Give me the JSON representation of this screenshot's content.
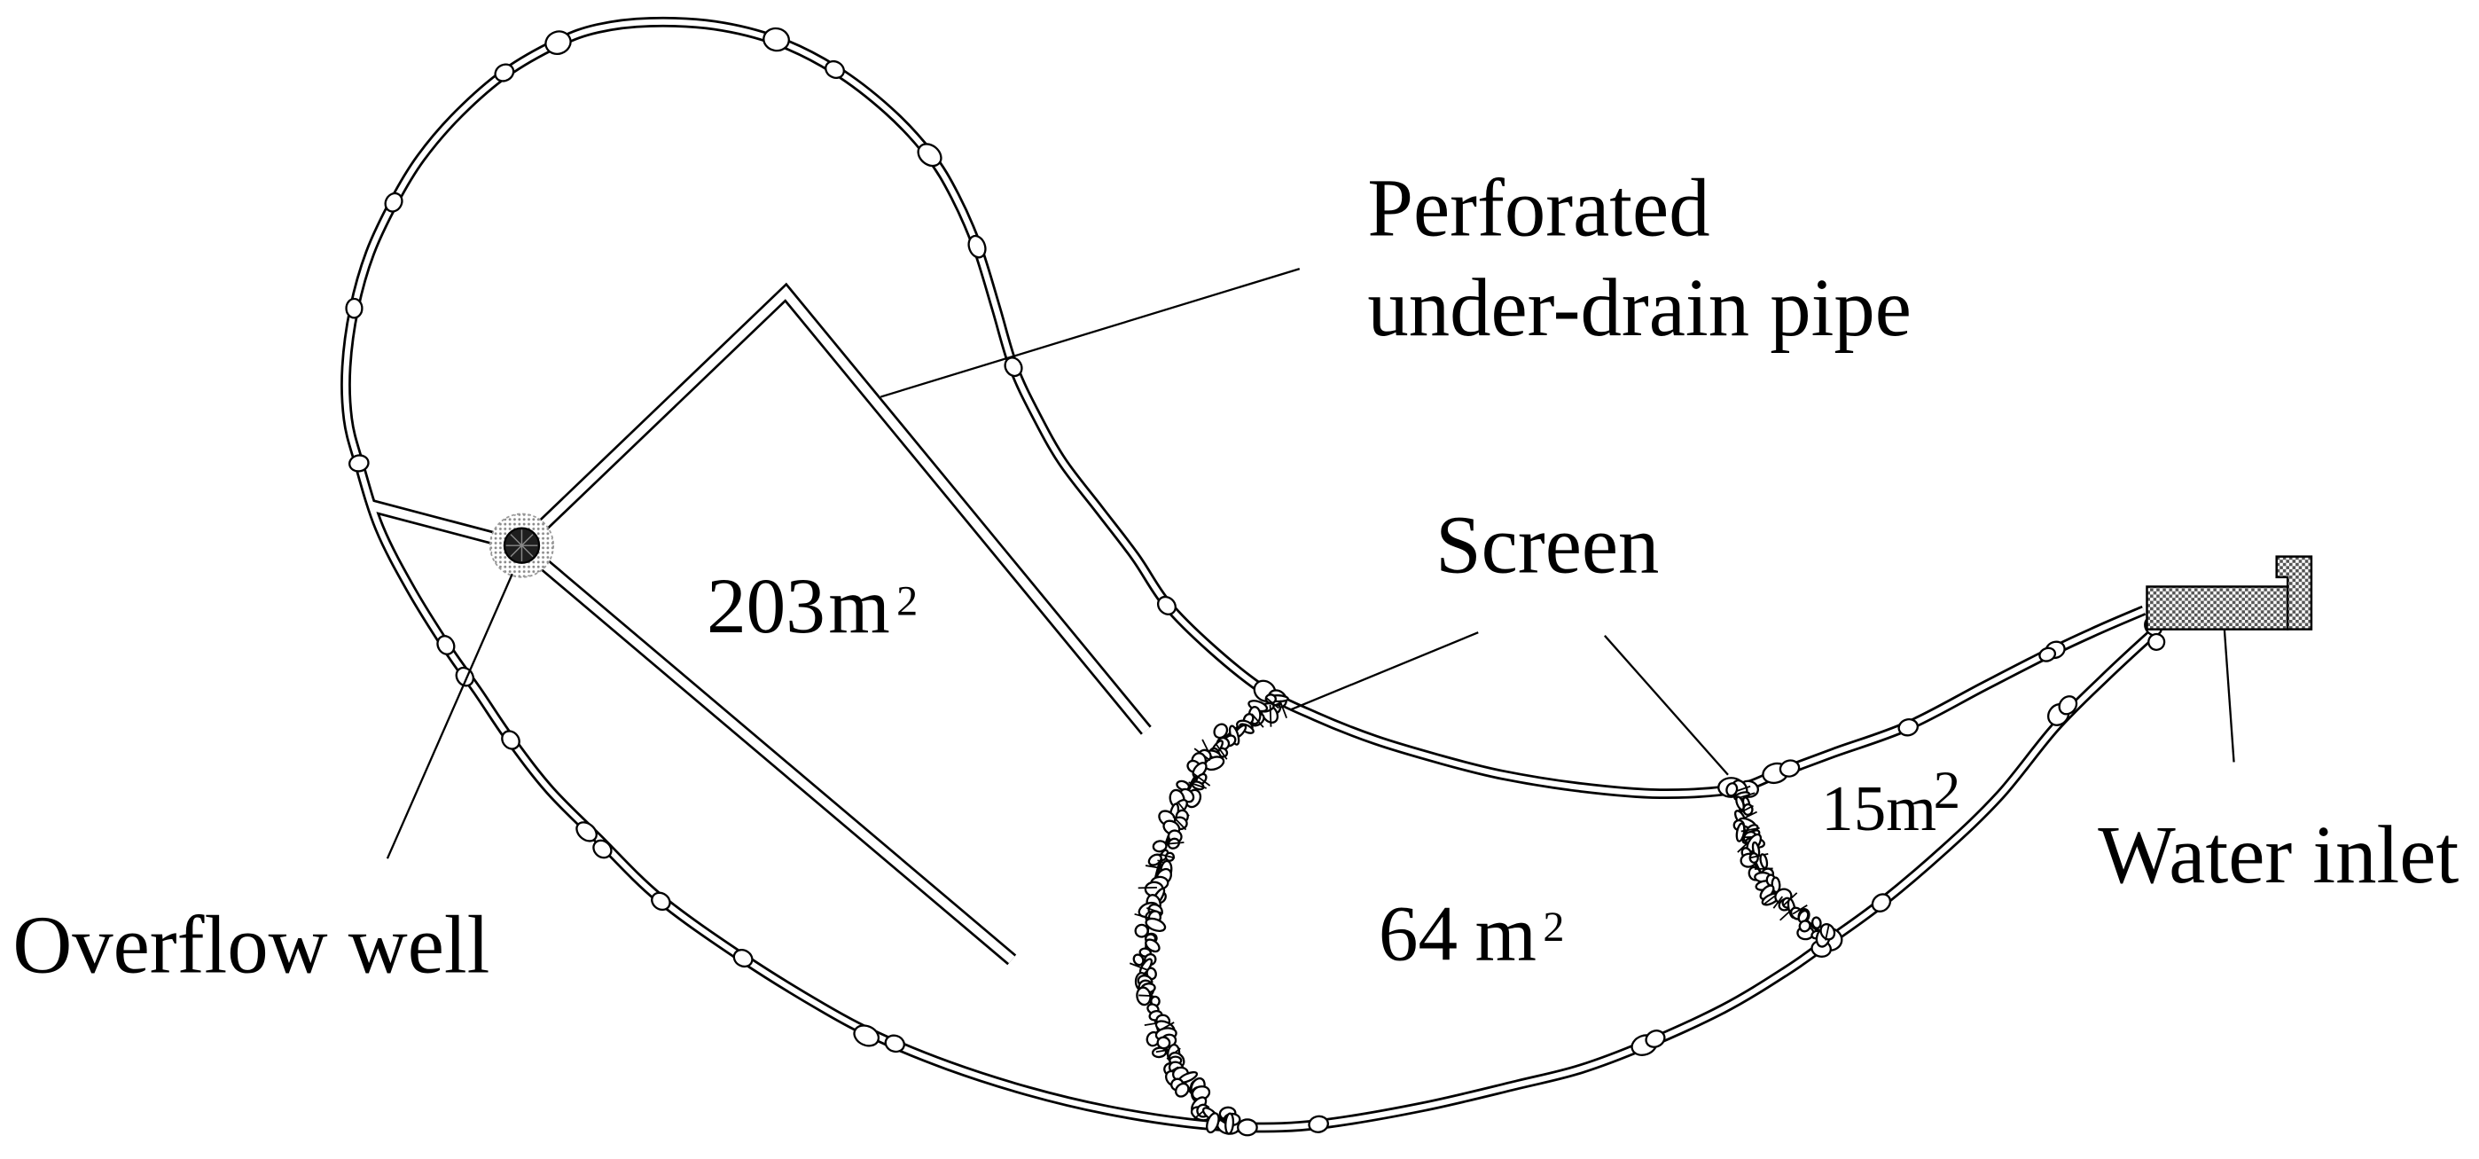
{
  "labels": {
    "perforated_pipe": [
      "Perforated",
      "under-drain pipe"
    ],
    "screen": "Screen",
    "water_inlet": "Water inlet",
    "overflow_well": "Overflow well"
  },
  "areas": {
    "cell_1": {
      "value": "203",
      "unit": "m",
      "exponent": "2"
    },
    "cell_2": {
      "value": "64",
      "unit": "m",
      "exponent": "2"
    },
    "cell_3": {
      "value": "15",
      "unit": "m",
      "exponent": "2"
    }
  }
}
